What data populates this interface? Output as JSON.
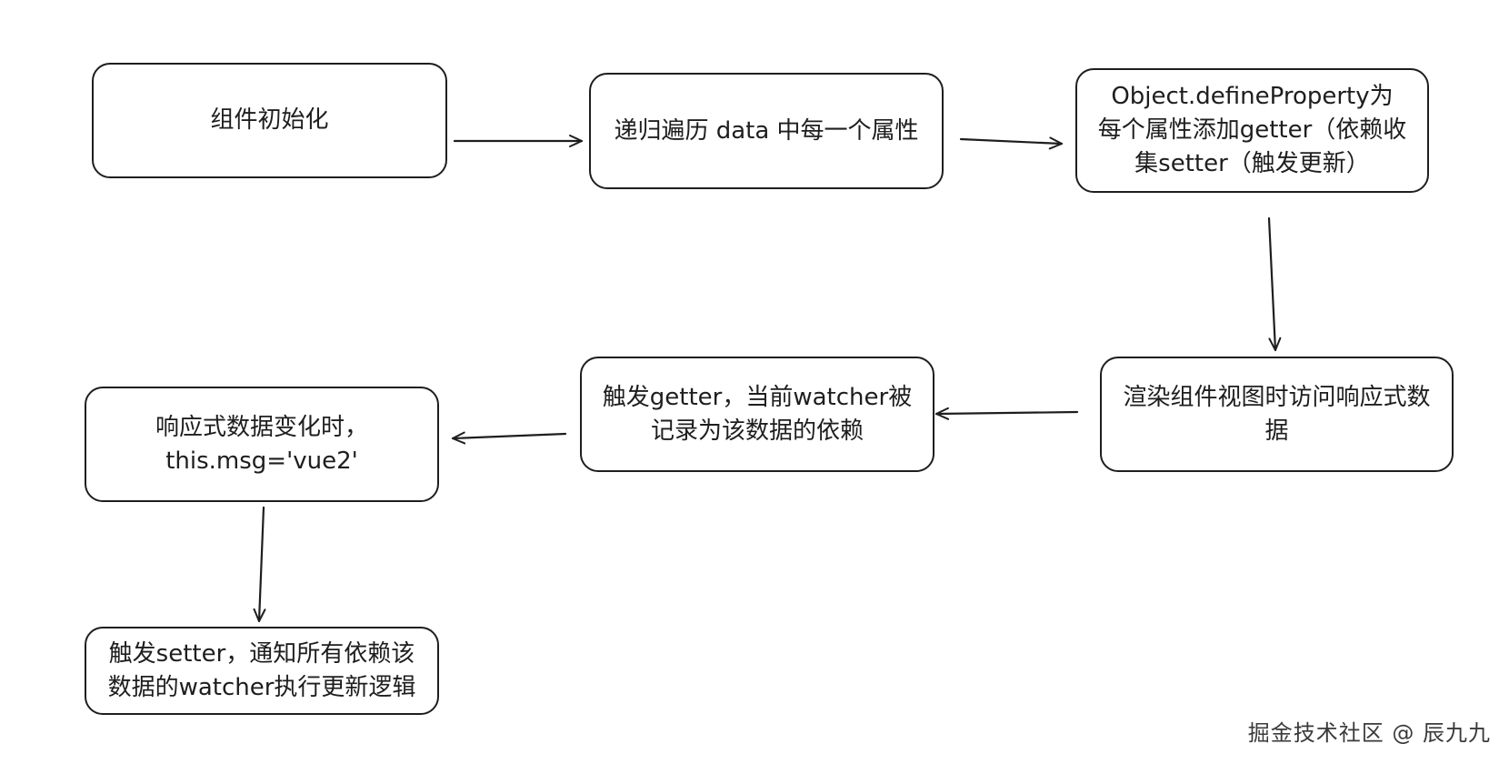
{
  "diagram": {
    "nodes": [
      {
        "id": "init",
        "text": "组件初始化"
      },
      {
        "id": "traverse",
        "text": "递归遍历 data 中每一个属性"
      },
      {
        "id": "define",
        "text": "Object.defineProperty为\n每个属性添加getter（依赖收\n集setter（触发更新）"
      },
      {
        "id": "render",
        "text": "渲染组件视图时访问响应式数\n据"
      },
      {
        "id": "getter",
        "text": "触发getter，当前watcher被\n记录为该数据的依赖"
      },
      {
        "id": "change",
        "text": "响应式数据变化时，\nthis.msg='vue2'"
      },
      {
        "id": "setter",
        "text": "触发setter，通知所有依赖该\n数据的watcher执行更新逻辑"
      }
    ],
    "edges": [
      {
        "from": "init",
        "to": "traverse"
      },
      {
        "from": "traverse",
        "to": "define"
      },
      {
        "from": "define",
        "to": "render"
      },
      {
        "from": "render",
        "to": "getter"
      },
      {
        "from": "getter",
        "to": "change"
      },
      {
        "from": "change",
        "to": "setter"
      }
    ]
  },
  "watermark": "掘金技术社区 @ 辰九九",
  "colors": {
    "stroke": "#1e1e1e",
    "background": "#ffffff"
  }
}
